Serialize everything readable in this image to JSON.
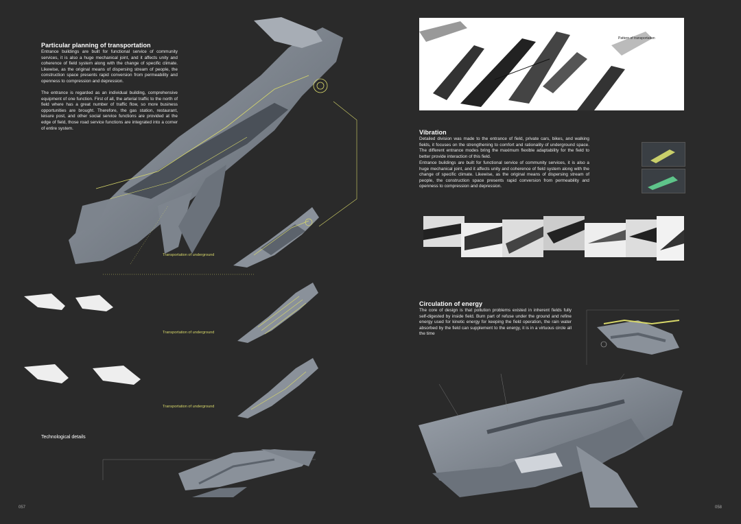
{
  "left": {
    "section1": {
      "title": "Particular planning of transportation",
      "paragraphs": [
        "Entrance buildings are built for functional service of community services, it is also a huge mechanical joint, and it affects unity and coherence of field system along with the change of specific climate. Likewise, as the original means of dispersing stream of people, the construction space presents rapid conversion from permeability and openness to compression and depression.",
        "The entrance is regarded as an individual building, comprehensive equipment of one function. First of all, the arterial traffic to the north of field where has a great number of traffic flow, so more business opportunities are brought. Therefore, the gas station, restaurant, leisure post, and other social service functions are provided at the edge of field, those road service functions are integrated into a corner of entire system."
      ]
    },
    "captions": [
      "Transportation of underground",
      "Transportation of underground",
      "Transportation of underground"
    ],
    "tech_title": "Technological details",
    "page_number": "057"
  },
  "right": {
    "pattern_caption": "Pattern of transportation",
    "vibration": {
      "title": "Vibration",
      "paragraphs": [
        "Detailed division was made to the entrance of field, private cars, bikes, and walking fields, it focuses on the strengthening to comfort and rationality of underground space. The different entrance modes bring the maximum flexible adaptability for the field to better provide interaction of this field.",
        "Entrance buildings are built for functional service of community services, it is also a huge mechanical joint, and it affects unity and coherence of field system along with the change of specific climate. Likewise, as the original means of dispersing stream of people, the construction space presents rapid conversion from permeability and openness to compression and depression."
      ]
    },
    "energy": {
      "title": "Circulation of energy",
      "paragraphs": [
        "The core of design is that pollution problems existed in inherent fields fully self-digested by inside field. Burn part of refuse under the ground and refine energy used for kinetic energy for keeping the field operation, the rain water absorbed by the field can supplement to the energy, it is in a virtuous circle all the time"
      ]
    },
    "page_number": "058"
  },
  "colors": {
    "background": "#2a2a2a",
    "accent_line": "#d9d96a",
    "model_gray": "#8a919a"
  }
}
